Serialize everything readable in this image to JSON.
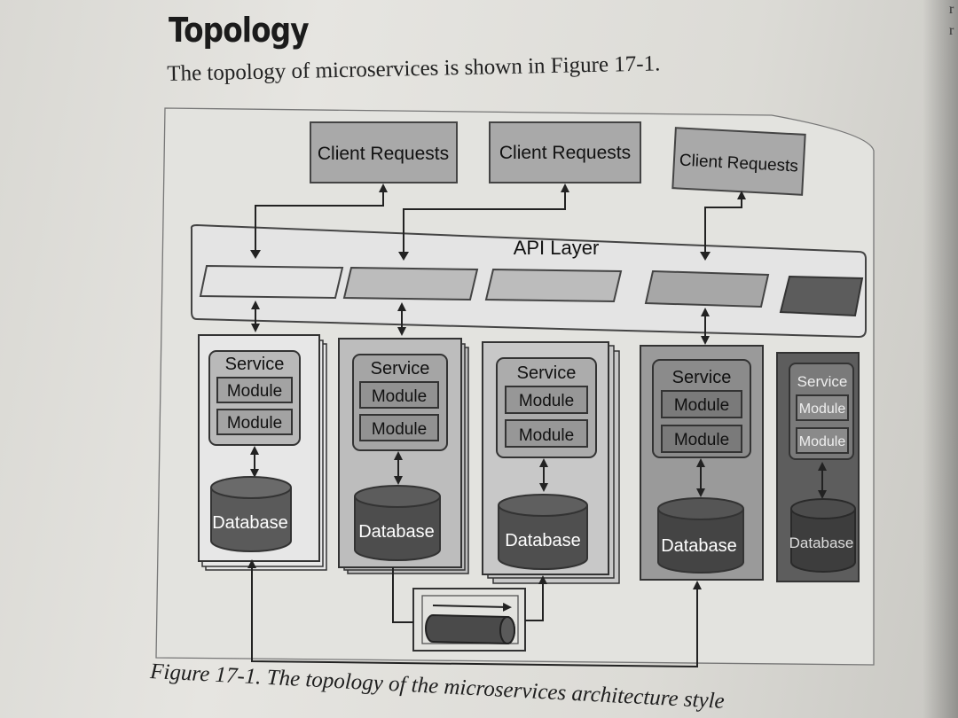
{
  "page": {
    "heading": "Topology",
    "intro": "The topology of microservices is shown in Figure 17-1.",
    "caption": "Figure 17-1. The topology of the microservices architecture style",
    "edge_top": "r",
    "edge_mid": "r"
  },
  "diagram": {
    "client_requests": [
      "Client Requests",
      "Client Requests",
      "Client Requests"
    ],
    "api_layer_label": "API Layer",
    "services": [
      {
        "title": "Service",
        "modules": [
          "Module",
          "Module"
        ],
        "database": "Database"
      },
      {
        "title": "Service",
        "modules": [
          "Module",
          "Module"
        ],
        "database": "Database"
      },
      {
        "title": "Service",
        "modules": [
          "Module",
          "Module"
        ],
        "database": "Database"
      },
      {
        "title": "Service",
        "modules": [
          "Module",
          "Module"
        ],
        "database": "Database"
      },
      {
        "title": "Service",
        "modules": [
          "Module",
          "Module"
        ],
        "database": "Database"
      }
    ],
    "colors": {
      "client_box": "#a9a9a9",
      "endpoint_shades": [
        "#e4e4e4",
        "#bcbcbc",
        "#bcbcbc",
        "#a7a7a7",
        "#5c5c5c"
      ],
      "service_bg": [
        "#e7e7e7",
        "#bdbdbd",
        "#c8c8c8",
        "#9a9a9a",
        "#5d5d5d"
      ],
      "db_fill": [
        "#5a5a5a",
        "#4d4d4d",
        "#4f4f4f",
        "#444",
        "#3d3d3d"
      ]
    }
  }
}
